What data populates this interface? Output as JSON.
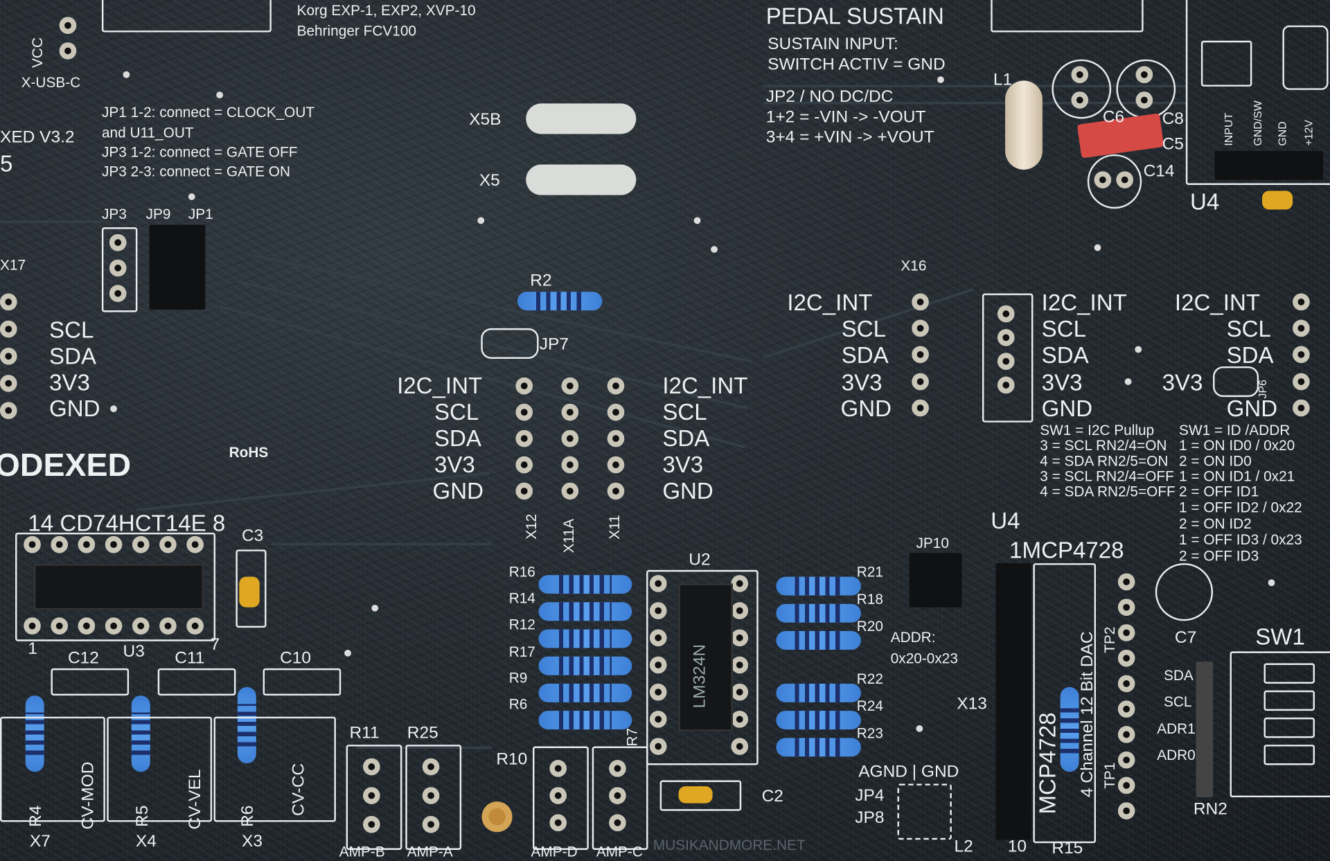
{
  "top": {
    "korg": "Korg EXP-1, EXP2, XVP-10",
    "behringer": "Behringer FCV100",
    "vcc": "VCC",
    "xusbc": "X-USB-C",
    "pedal_sustain": "PEDAL SUSTAIN",
    "sustain_input": "SUSTAIN INPUT:",
    "switch_activ": "SWITCH ACTIV = GND",
    "jp2": "JP2 / NO DC/DC",
    "jp2_12": "1+2 = -VIN -> -VOUT",
    "jp2_34": "3+4 = +VIN -> +VOUT",
    "l1": "L1",
    "c6": "C6",
    "c8": "C8",
    "c5": "C5",
    "c14": "C14",
    "u4_top": "U4",
    "u4_pins": [
      "INPUT",
      "GND/SW",
      "GND",
      "+12V"
    ]
  },
  "left": {
    "jp_notes": [
      "JP1 1-2: connect = CLOCK_OUT",
      "and U11_OUT",
      "JP3 1-2: connect = GATE OFF",
      "JP3 2-3: connect = GATE ON"
    ],
    "version": "XED V3.2",
    "five": "5",
    "jp3": "JP3",
    "jp9": "JP9",
    "jp1": "JP1",
    "x17": "X17",
    "bus": [
      "SCL",
      "SDA",
      "3V3",
      "GND"
    ],
    "brand": "ODEXED",
    "rohs": "RoHS",
    "ic_label": "14 CD74HCT14E 8",
    "c3": "C3",
    "u3": "U3",
    "c12": "C12",
    "c11": "C11",
    "c10": "C10",
    "one": "1",
    "seven": "7",
    "x7": "X7",
    "x4": "X4",
    "x3": "X3",
    "r4": "R4",
    "r5": "R5",
    "r6": "R6",
    "cv_mod": "CV-MOD",
    "cv_vel": "CV-VEL",
    "cv_cc": "CV-CC",
    "r11": "R11",
    "r25": "R25",
    "amp_b": "AMP-B",
    "amp_a": "AMP-A"
  },
  "center": {
    "x5b": "X5B",
    "x5": "X5",
    "r2": "R2",
    "jp7": "JP7",
    "bus_left": [
      "I2C_INT",
      "SCL",
      "SDA",
      "3V3",
      "GND"
    ],
    "bus_right": [
      "I2C_INT",
      "SCL",
      "SDA",
      "3V3",
      "GND"
    ],
    "x12": "X12",
    "x11a": "X11A",
    "x11": "X11",
    "u2": "U2",
    "lm324": "LM324N",
    "r_left": [
      "R16",
      "R14",
      "R12",
      "R17",
      "R9",
      "R6"
    ],
    "r_right": [
      "R21",
      "R18",
      "R20",
      "R22",
      "R24",
      "R23"
    ],
    "r10": "R10",
    "r7": "R7",
    "amp_d": "AMP-D",
    "amp_c": "AMP-C",
    "c2": "C2",
    "url": "MUSIKANDMORE.NET"
  },
  "right": {
    "x16": "X16",
    "bus_a": [
      "I2C_INT",
      "SCL",
      "SDA",
      "3V3",
      "GND"
    ],
    "bus_b": [
      "I2C_INT",
      "SCL",
      "SDA",
      "3V3",
      "GND"
    ],
    "bus_c": [
      "I2C_INT",
      "SCL",
      "SDA",
      "3V3",
      "GND"
    ],
    "jp6": "JP6",
    "sw1_pullup": [
      "SW1 = I2C Pullup",
      "3 = SCL RN2/4=ON",
      "4 = SDA RN2/5=ON",
      "3 = SCL RN2/4=OFF",
      "4 = SDA RN2/5=OFF"
    ],
    "sw1_addr": [
      "SW1 = ID /ADDR",
      "1 = ON ID0 / 0x20",
      "2 = ON ID0",
      "1 = ON ID1 / 0x21",
      "2 = OFF ID1",
      "1 = OFF ID2 / 0x22",
      "2 = ON ID2",
      "1 = OFF ID3 / 0x23",
      "2 = OFF ID3"
    ],
    "u4": "U4",
    "mcp": "1MCP4728",
    "jp10": "JP10",
    "addr": "ADDR:",
    "addr_range": "0x20-0x23",
    "x13": "X13",
    "mcp_v": "MCP4728",
    "dac_v": "4 Channel 12 Bit DAC",
    "tp1": "TP1",
    "tp2": "TP2",
    "c7": "C7",
    "sw1": "SW1",
    "sw_pins": [
      "SDA",
      "SCL",
      "ADR1",
      "ADR0"
    ],
    "rn2": "RN2",
    "agnd": "AGND | GND",
    "jp4": "JP4",
    "jp8": "JP8",
    "l2": "L2",
    "r15": "R15",
    "ten": "10"
  }
}
